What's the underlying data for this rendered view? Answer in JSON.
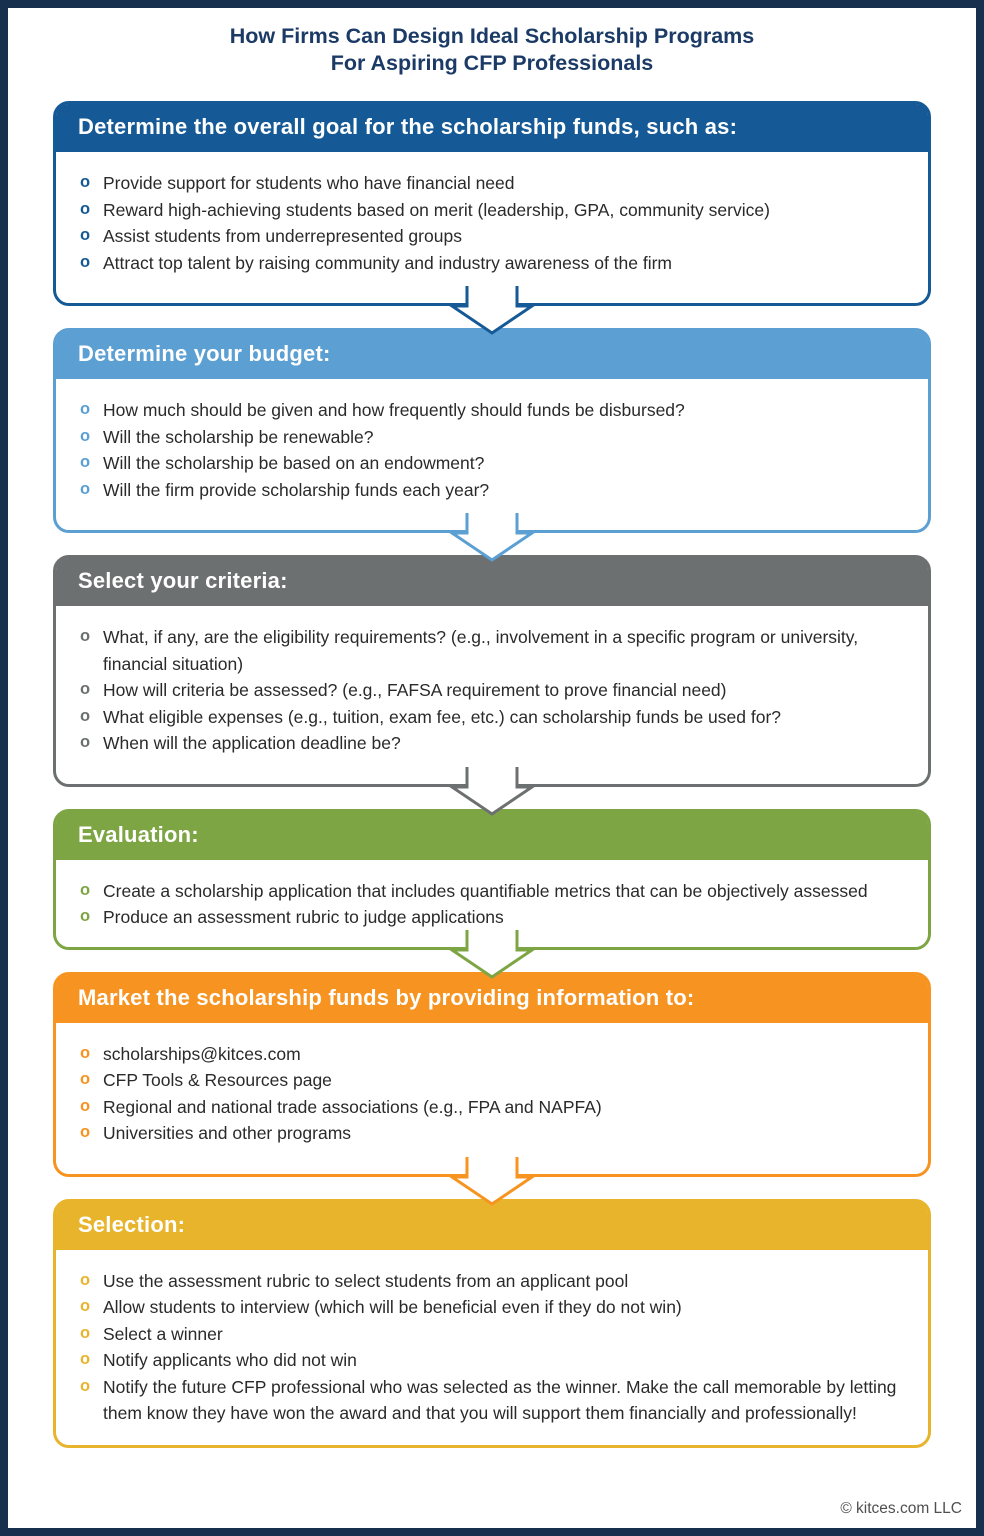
{
  "page": {
    "title_line1": "How Firms Can Design Ideal Scholarship Programs",
    "title_line2": "For Aspiring CFP Professionals",
    "footer": "© kitces.com LLC"
  },
  "bullet_glyph": "o",
  "colors": {
    "page_border": "#16304e",
    "title_text": "#1b3a66",
    "body_text": "#2a2a2a",
    "footer_text": "#4f4f4f"
  },
  "sections": [
    {
      "header": "Determine the overall goal for the scholarship funds, such as:",
      "color": "#155a96",
      "bullets": [
        "Provide support for students who have financial need",
        "Reward high-achieving students based on merit (leadership, GPA, community service)",
        "Assist students from underrepresented groups",
        "Attract top talent by raising community and industry awareness of the firm"
      ]
    },
    {
      "header": "Determine your budget:",
      "color": "#5b9fd3",
      "bullets": [
        "How much should be given and how frequently should funds be disbursed?",
        "Will the scholarship be renewable?",
        "Will the scholarship be based on an endowment?",
        "Will the firm provide scholarship funds each year?"
      ]
    },
    {
      "header": "Select your criteria:",
      "color": "#6d7070",
      "bullets": [
        "What, if any, are the eligibility requirements? (e.g., involvement in a specific program or university, financial situation)",
        "How will criteria be assessed? (e.g., FAFSA requirement to prove financial need)",
        "What eligible expenses (e.g., tuition, exam fee, etc.) can scholarship funds be used for?",
        "When will the application deadline be?"
      ]
    },
    {
      "header": "Evaluation:",
      "color": "#7ea544",
      "bullets": [
        "Create a scholarship application that includes quantifiable metrics that can be objectively assessed",
        "Produce an assessment rubric to judge applications"
      ]
    },
    {
      "header": "Market the scholarship funds by providing information to:",
      "color": "#f79421",
      "bullets": [
        "scholarships@kitces.com",
        "CFP Tools & Resources page",
        "Regional and national trade associations (e.g., FPA and NAPFA)",
        "Universities and other programs"
      ]
    },
    {
      "header": "Selection:",
      "color": "#e7b42c",
      "bullets": [
        "Use the assessment rubric to select students from an applicant pool",
        "Allow students to interview (which will be beneficial even if they do not win)",
        "Select a winner",
        "Notify applicants who did not win",
        "Notify the future CFP professional who was selected as the winner. Make the call memorable by letting them know they have won the award and that you will support them financially and professionally!"
      ]
    }
  ]
}
